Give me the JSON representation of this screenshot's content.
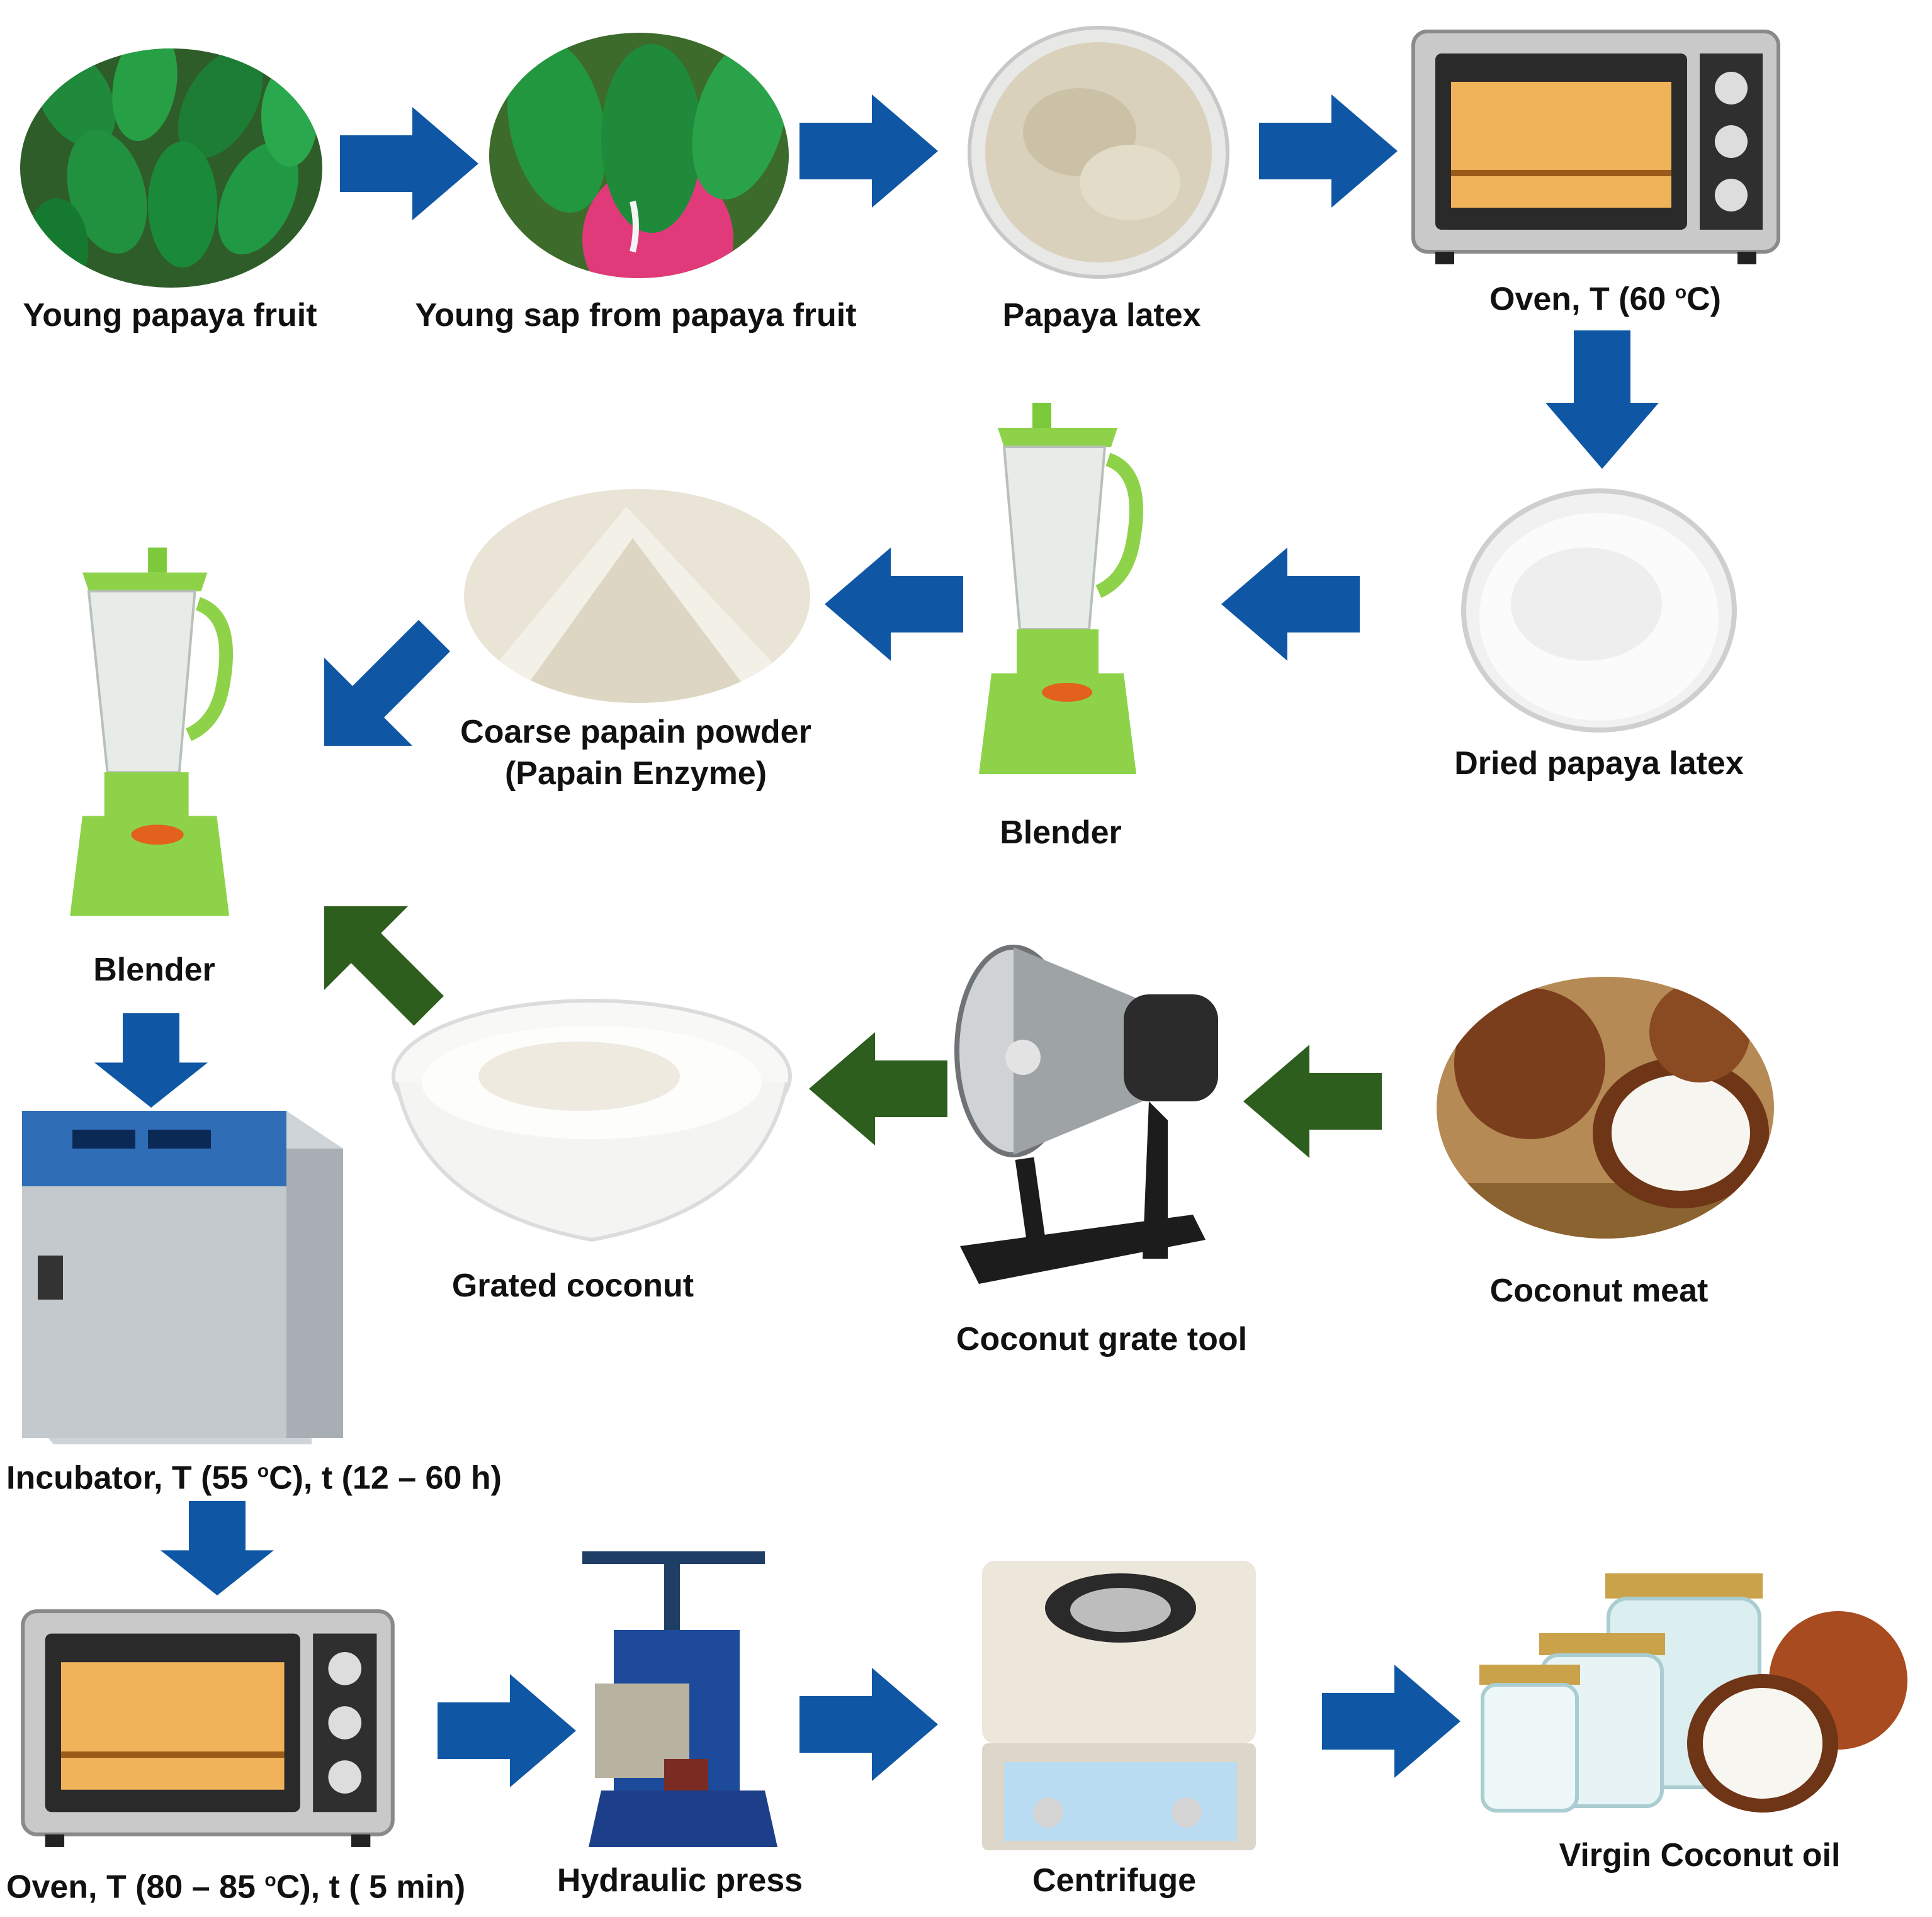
{
  "colors": {
    "blue_arrow": "#0f57a4",
    "green_arrow": "#2d5e1e",
    "papaya_green": "#1f8a3c",
    "blender_green": "#8ed24a",
    "oven_steel": "#b8b8b8",
    "coconut_brown": "#7a3e1c"
  },
  "steps": {
    "young_papaya": "Young papaya fruit",
    "young_sap": "Young sap from papaya fruit",
    "papaya_latex": "Papaya latex",
    "oven_60": {
      "name": "Oven, T (60 ",
      "sup": "o",
      "end": "C)"
    },
    "dried_latex": "Dried papaya latex",
    "blender_1": "Blender",
    "coarse_powder_line1": "Coarse papain powder",
    "coarse_powder_line2": "(Papain Enzyme)",
    "blender_2": "Blender",
    "coconut_meat": "Coconut meat",
    "grate_tool": "Coconut grate tool",
    "grated_coconut": "Grated coconut",
    "incubator": {
      "a": "Incubator, T (55 ",
      "sup": "o",
      "b": "C), t (12 – 60 h)"
    },
    "oven_80": {
      "a": "Oven, T (80 – 85 ",
      "sup": "o",
      "b": "C), t ( 5 min)"
    },
    "press": "Hydraulic press",
    "centrifuge": "Centrifuge",
    "vco": "Virgin Coconut oil"
  },
  "icons": [
    "papaya-fruit-image",
    "papaya-sap-image",
    "latex-dish-image",
    "oven-image",
    "dried-latex-dish-image",
    "blender-image",
    "papain-powder-image",
    "coconut-meat-image",
    "grater-image",
    "grated-coconut-bowl-image",
    "incubator-image",
    "hydraulic-press-image",
    "centrifuge-image",
    "oil-jars-image"
  ]
}
